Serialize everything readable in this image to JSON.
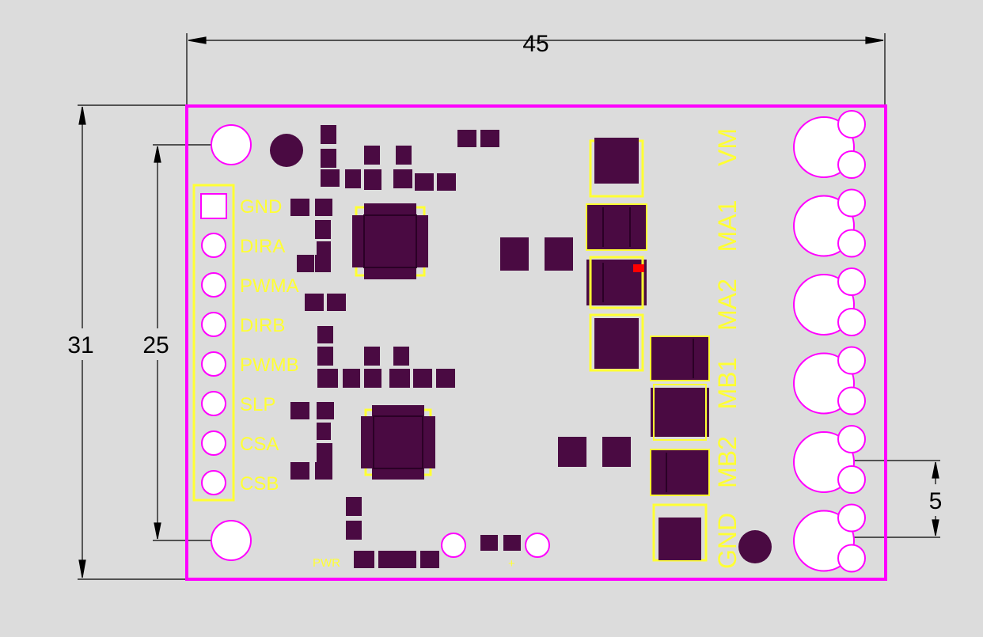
{
  "dimensions": {
    "width": "45",
    "height": "31",
    "header_pitch": "25",
    "terminal_pitch": "5"
  },
  "header_pins": [
    "GND",
    "DIRA",
    "PWMA",
    "DIRB",
    "PWMB",
    "SLP",
    "CSA",
    "CSB"
  ],
  "terminals": [
    "VM",
    "MA1",
    "MA2",
    "MB1",
    "MB2",
    "GND"
  ],
  "silkscreen": {
    "pwr": "PWR",
    "plus": "+"
  },
  "colors": {
    "background": "#dcdcdc",
    "board_outline": "#ff00ff",
    "silkscreen": "#ffff33",
    "pad": "#4a0a42",
    "dimension": "#000000",
    "marker": "#ff0000"
  }
}
